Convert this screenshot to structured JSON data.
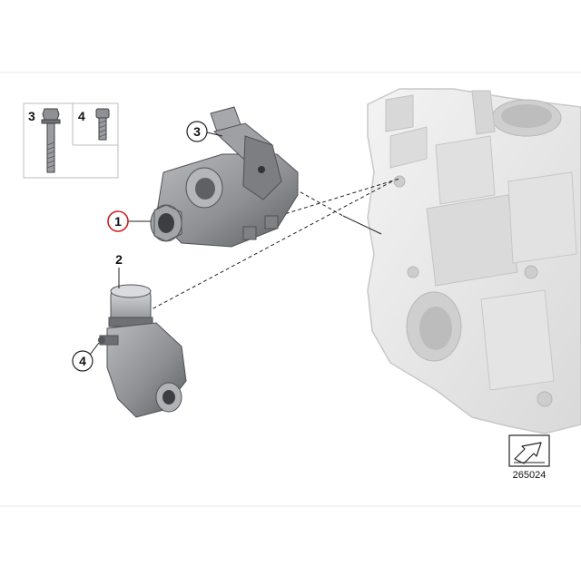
{
  "diagram": {
    "callouts": {
      "water_pump": "1",
      "thermostat": "2",
      "screw_long": "3",
      "screw_short": "4"
    },
    "legend": {
      "screw_long": "3",
      "screw_short": "4"
    },
    "figure_code": "265024",
    "colors": {
      "highlight": "#cc1f1f",
      "part": "#8e9094",
      "engine": "#e6e6e6",
      "line": "#222222"
    },
    "icons": {
      "orientation": "arrow-box-icon"
    }
  }
}
